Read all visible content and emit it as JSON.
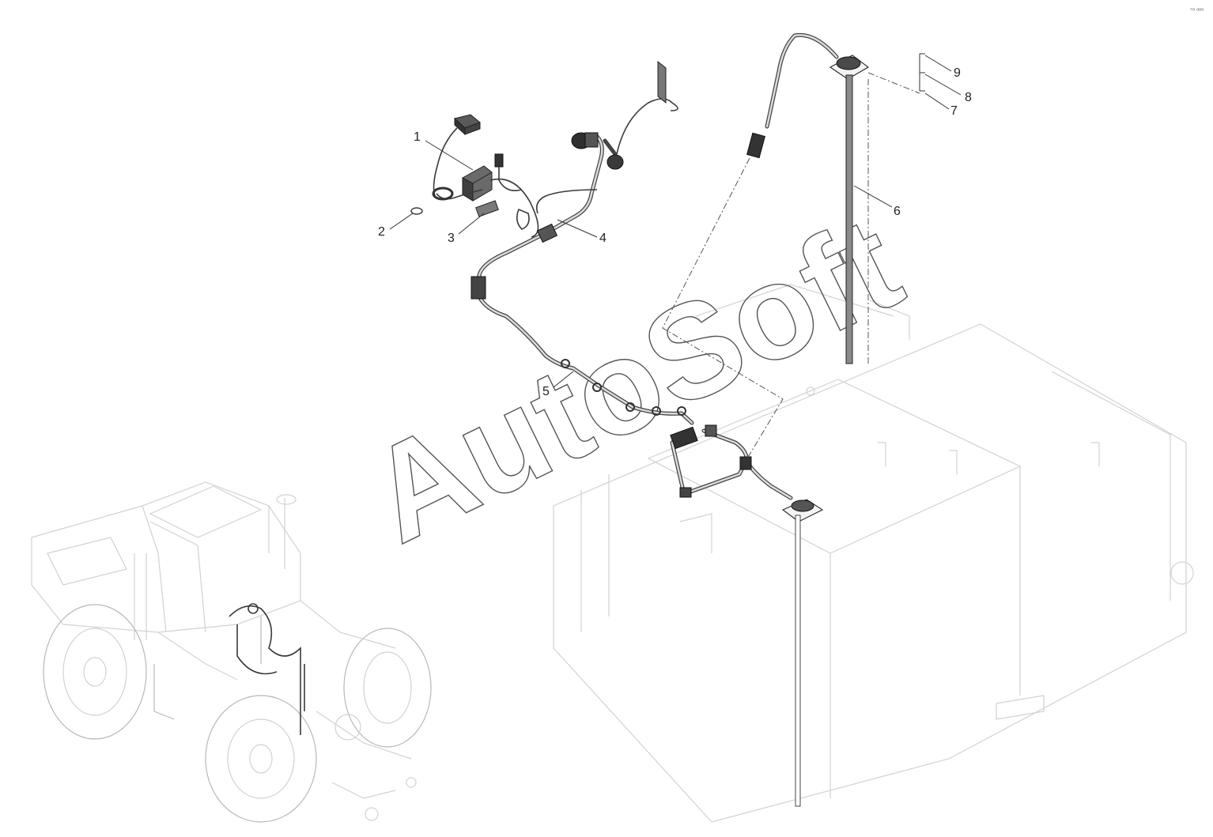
{
  "watermark": {
    "text": "AutoSoft"
  },
  "corner_mark": {
    "text": "°º ººº"
  },
  "callouts": [
    {
      "id": "1",
      "label": "1"
    },
    {
      "id": "2",
      "label": "2"
    },
    {
      "id": "3",
      "label": "3"
    },
    {
      "id": "4",
      "label": "4"
    },
    {
      "id": "5",
      "label": "5"
    },
    {
      "id": "6",
      "label": "6"
    },
    {
      "id": "7",
      "label": "7"
    },
    {
      "id": "8",
      "label": "8"
    },
    {
      "id": "9",
      "label": "9"
    }
  ],
  "colors": {
    "line": "#333333",
    "ghost": "#d2d2d2",
    "watermark_stroke": "#555555"
  }
}
